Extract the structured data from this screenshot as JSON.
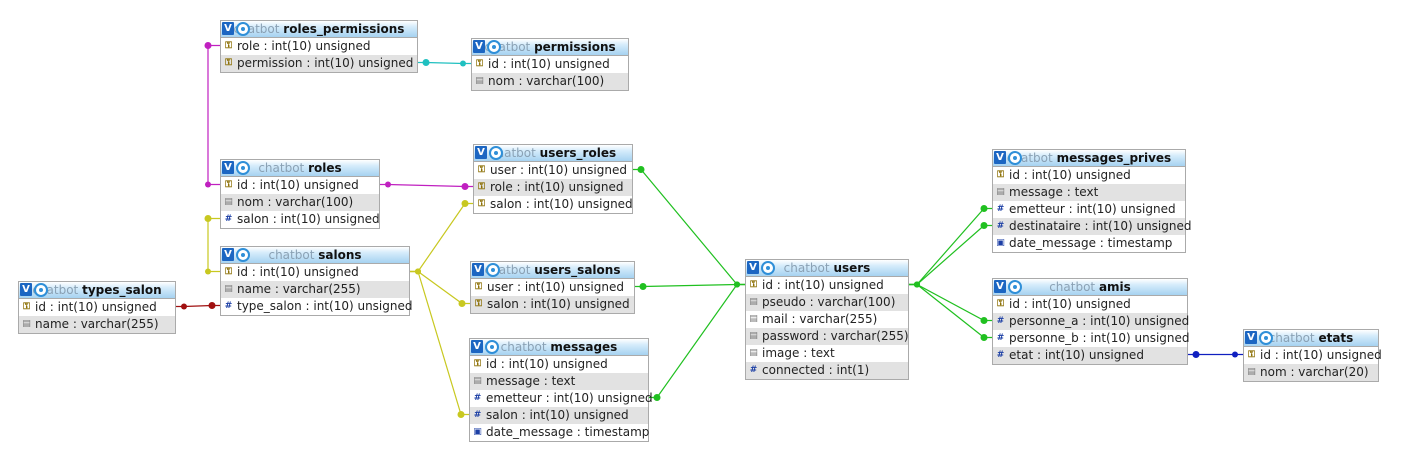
{
  "schema": "chatbot",
  "tables": [
    {
      "id": "roles_permissions",
      "db": "chatbot",
      "name": "roles_permissions",
      "columns": [
        {
          "text": "role : int(10) unsigned",
          "icon": "key-icon"
        },
        {
          "text": "permission : int(10) unsigned",
          "icon": "key-icon"
        }
      ]
    },
    {
      "id": "permissions",
      "db": "chatbot",
      "name": "permissions",
      "columns": [
        {
          "text": "id : int(10) unsigned",
          "icon": "key-icon"
        },
        {
          "text": "nom : varchar(100)",
          "icon": "text-icon"
        }
      ]
    },
    {
      "id": "roles",
      "db": "chatbot",
      "name": "roles",
      "columns": [
        {
          "text": "id : int(10) unsigned",
          "icon": "key-icon"
        },
        {
          "text": "nom : varchar(100)",
          "icon": "text-icon"
        },
        {
          "text": "salon : int(10) unsigned",
          "icon": "number-icon"
        }
      ]
    },
    {
      "id": "users_roles",
      "db": "chatbot",
      "name": "users_roles",
      "columns": [
        {
          "text": "user : int(10) unsigned",
          "icon": "key-icon"
        },
        {
          "text": "role : int(10) unsigned",
          "icon": "key-icon"
        },
        {
          "text": "salon : int(10) unsigned",
          "icon": "key-icon"
        }
      ]
    },
    {
      "id": "salons",
      "db": "chatbot",
      "name": "salons",
      "columns": [
        {
          "text": "id : int(10) unsigned",
          "icon": "key-icon"
        },
        {
          "text": "name : varchar(255)",
          "icon": "text-icon"
        },
        {
          "text": "type_salon : int(10) unsigned",
          "icon": "number-icon"
        }
      ]
    },
    {
      "id": "types_salon",
      "db": "chatbot",
      "name": "types_salon",
      "columns": [
        {
          "text": "id : int(10) unsigned",
          "icon": "key-icon"
        },
        {
          "text": "name : varchar(255)",
          "icon": "text-icon"
        }
      ]
    },
    {
      "id": "users_salons",
      "db": "chatbot",
      "name": "users_salons",
      "columns": [
        {
          "text": "user : int(10) unsigned",
          "icon": "key-icon"
        },
        {
          "text": "salon : int(10) unsigned",
          "icon": "key-icon"
        }
      ]
    },
    {
      "id": "messages",
      "db": "chatbot",
      "name": "messages",
      "columns": [
        {
          "text": "id : int(10) unsigned",
          "icon": "key-icon"
        },
        {
          "text": "message : text",
          "icon": "text-icon"
        },
        {
          "text": "emetteur : int(10) unsigned",
          "icon": "number-icon"
        },
        {
          "text": "salon : int(10) unsigned",
          "icon": "number-icon"
        },
        {
          "text": "date_message : timestamp",
          "icon": "date-icon"
        }
      ]
    },
    {
      "id": "users",
      "db": "chatbot",
      "name": "users",
      "columns": [
        {
          "text": "id : int(10) unsigned",
          "icon": "key-icon"
        },
        {
          "text": "pseudo : varchar(100)",
          "icon": "text-icon"
        },
        {
          "text": "mail : varchar(255)",
          "icon": "text-icon"
        },
        {
          "text": "password : varchar(255)",
          "icon": "text-icon"
        },
        {
          "text": "image : text",
          "icon": "text-icon"
        },
        {
          "text": "connected : int(1)",
          "icon": "number-icon"
        }
      ]
    },
    {
      "id": "messages_prives",
      "db": "chatbot",
      "name": "messages_prives",
      "columns": [
        {
          "text": "id : int(10) unsigned",
          "icon": "key-icon"
        },
        {
          "text": "message : text",
          "icon": "text-icon"
        },
        {
          "text": "emetteur : int(10) unsigned",
          "icon": "number-icon"
        },
        {
          "text": "destinataire : int(10) unsigned",
          "icon": "number-icon"
        },
        {
          "text": "date_message : timestamp",
          "icon": "date-icon"
        }
      ]
    },
    {
      "id": "amis",
      "db": "chatbot",
      "name": "amis",
      "columns": [
        {
          "text": "id : int(10) unsigned",
          "icon": "key-icon"
        },
        {
          "text": "personne_a : int(10) unsigned",
          "icon": "number-icon"
        },
        {
          "text": "personne_b : int(10) unsigned",
          "icon": "number-icon"
        },
        {
          "text": "etat : int(10) unsigned",
          "icon": "number-icon"
        }
      ]
    },
    {
      "id": "etats",
      "db": "chatbot",
      "name": "etats",
      "columns": [
        {
          "text": "id : int(10) unsigned",
          "icon": "key-icon"
        },
        {
          "text": "nom : varchar(20)",
          "icon": "text-icon"
        }
      ]
    }
  ],
  "relations": [
    {
      "from": "roles_permissions.role",
      "to": "roles.id",
      "color": "#c020c0"
    },
    {
      "from": "roles_permissions.permission",
      "to": "permissions.id",
      "color": "#20c0c0"
    },
    {
      "from": "users_roles.role",
      "to": "roles.id",
      "color": "#c020c0"
    },
    {
      "from": "roles.salon",
      "to": "salons.id",
      "color": "#c8c820"
    },
    {
      "from": "users_roles.salon",
      "to": "salons.id",
      "color": "#c8c820"
    },
    {
      "from": "users_salons.salon",
      "to": "salons.id",
      "color": "#c8c820"
    },
    {
      "from": "messages.salon",
      "to": "salons.id",
      "color": "#c8c820"
    },
    {
      "from": "salons.type_salon",
      "to": "types_salon.id",
      "color": "#a01010"
    },
    {
      "from": "users_roles.user",
      "to": "users.id",
      "color": "#20c020"
    },
    {
      "from": "users_salons.user",
      "to": "users.id",
      "color": "#20c020"
    },
    {
      "from": "messages.emetteur",
      "to": "users.id",
      "color": "#20c020"
    },
    {
      "from": "messages_prives.emetteur",
      "to": "users.id",
      "color": "#20c020"
    },
    {
      "from": "messages_prives.destinataire",
      "to": "users.id",
      "color": "#20c020"
    },
    {
      "from": "amis.personne_a",
      "to": "users.id",
      "color": "#20c020"
    },
    {
      "from": "amis.personne_b",
      "to": "users.id",
      "color": "#20c020"
    },
    {
      "from": "amis.etat",
      "to": "etats.id",
      "color": "#1020c0"
    }
  ]
}
